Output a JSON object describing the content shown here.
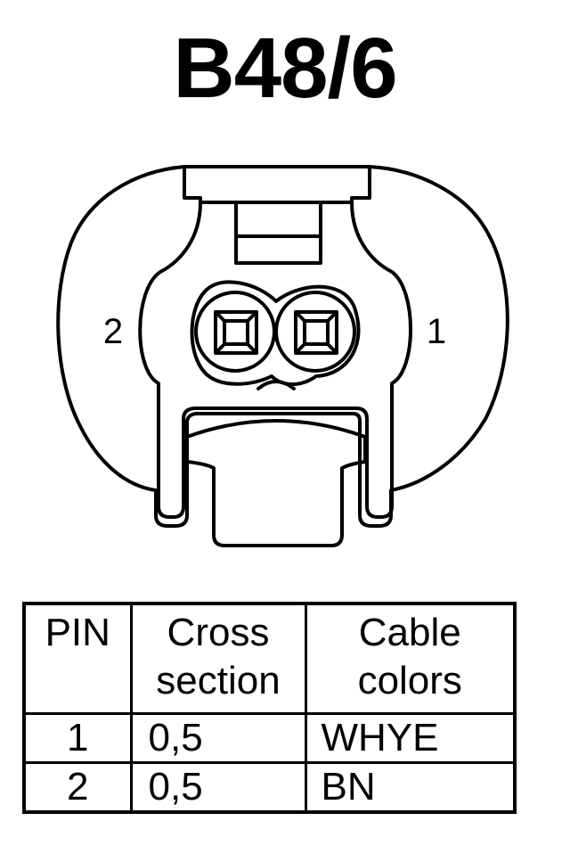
{
  "title": "B48/6",
  "connector": {
    "pin_labels": {
      "left": "2",
      "right": "1"
    }
  },
  "table": {
    "headers": {
      "pin": "PIN",
      "cross_line1": "Cross",
      "cross_line2": "section",
      "colors_line1": "Cable",
      "colors_line2": "colors"
    },
    "rows": [
      {
        "pin": "1",
        "cross_section": "0,5",
        "color": "WHYE"
      },
      {
        "pin": "2",
        "cross_section": "0,5",
        "color": "BN"
      }
    ]
  }
}
